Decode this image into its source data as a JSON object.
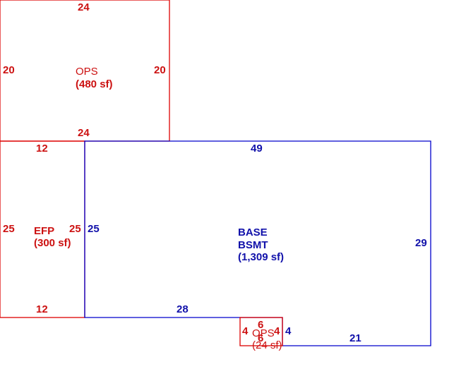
{
  "colors": {
    "addition": "#cc1111",
    "base": "#1111aa"
  },
  "areas": {
    "ops_top": {
      "name": "OPS",
      "area": "(480 sf)",
      "dims": {
        "top": "24",
        "bottom": "24",
        "left": "20",
        "right": "20"
      }
    },
    "efp": {
      "name": "EFP",
      "area": "(300 sf)",
      "dims": {
        "top": "12",
        "bottom": "12",
        "left": "25",
        "right": "25"
      }
    },
    "base": {
      "name_line1": "BASE",
      "name_line2": "BSMT",
      "area": "(1,309 sf)",
      "dims": {
        "top": "49",
        "left": "25",
        "right": "29",
        "bottom_left": "28",
        "step": "4",
        "bottom_right": "21"
      }
    },
    "ops_small": {
      "name": "OPS",
      "area": "(24 sf)",
      "dims": {
        "top": "6",
        "bottom": "6",
        "left": "4",
        "right": "4"
      }
    }
  }
}
